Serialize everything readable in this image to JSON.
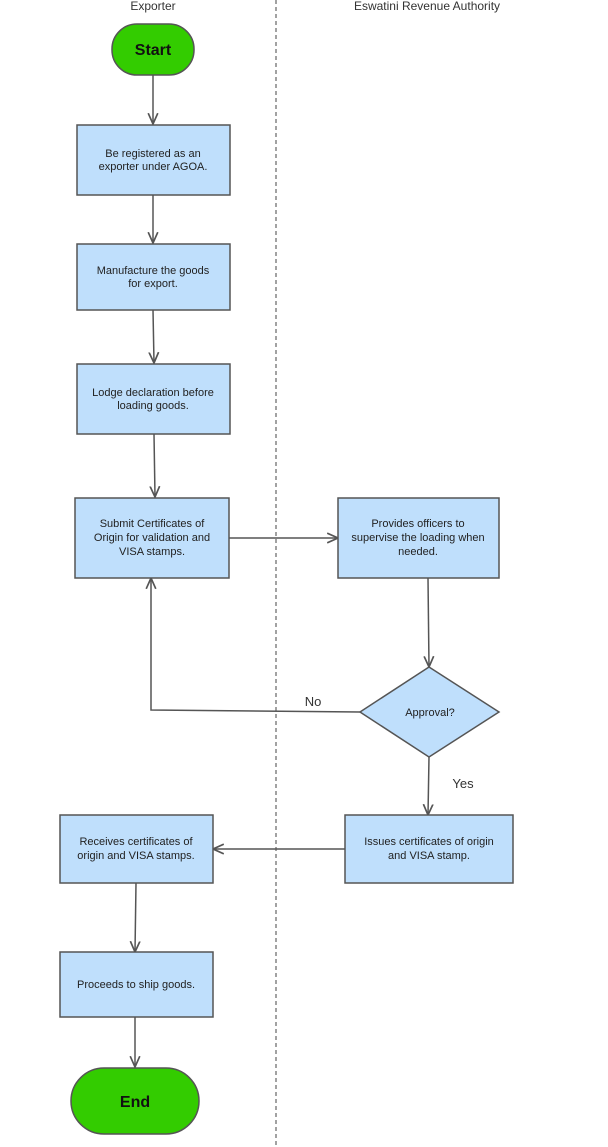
{
  "lanes": {
    "left": "Exporter",
    "right": "Eswatini Revenue Authority"
  },
  "colors": {
    "process_fill": "#bfdffc",
    "terminal_fill": "#33cc00",
    "stroke": "#555555"
  },
  "nodes": {
    "start": "Start",
    "register": [
      "Be registered as an",
      "exporter under AGOA."
    ],
    "manufacture": [
      "Manufacture the goods",
      "for export."
    ],
    "lodge": [
      "Lodge declaration before",
      "loading goods."
    ],
    "submit": [
      "Submit Certificates of",
      "Origin for validation and",
      "VISA stamps."
    ],
    "officers": [
      "Provides officers to",
      "supervise the loading when",
      "needed."
    ],
    "approval": "Approval?",
    "issues": [
      "Issues certificates of origin",
      "and VISA stamp."
    ],
    "receives": [
      "Receives certificates of",
      "origin and VISA stamps."
    ],
    "ship": "Proceeds to ship goods.",
    "end": "End"
  },
  "edge_labels": {
    "no": "No",
    "yes": "Yes"
  }
}
